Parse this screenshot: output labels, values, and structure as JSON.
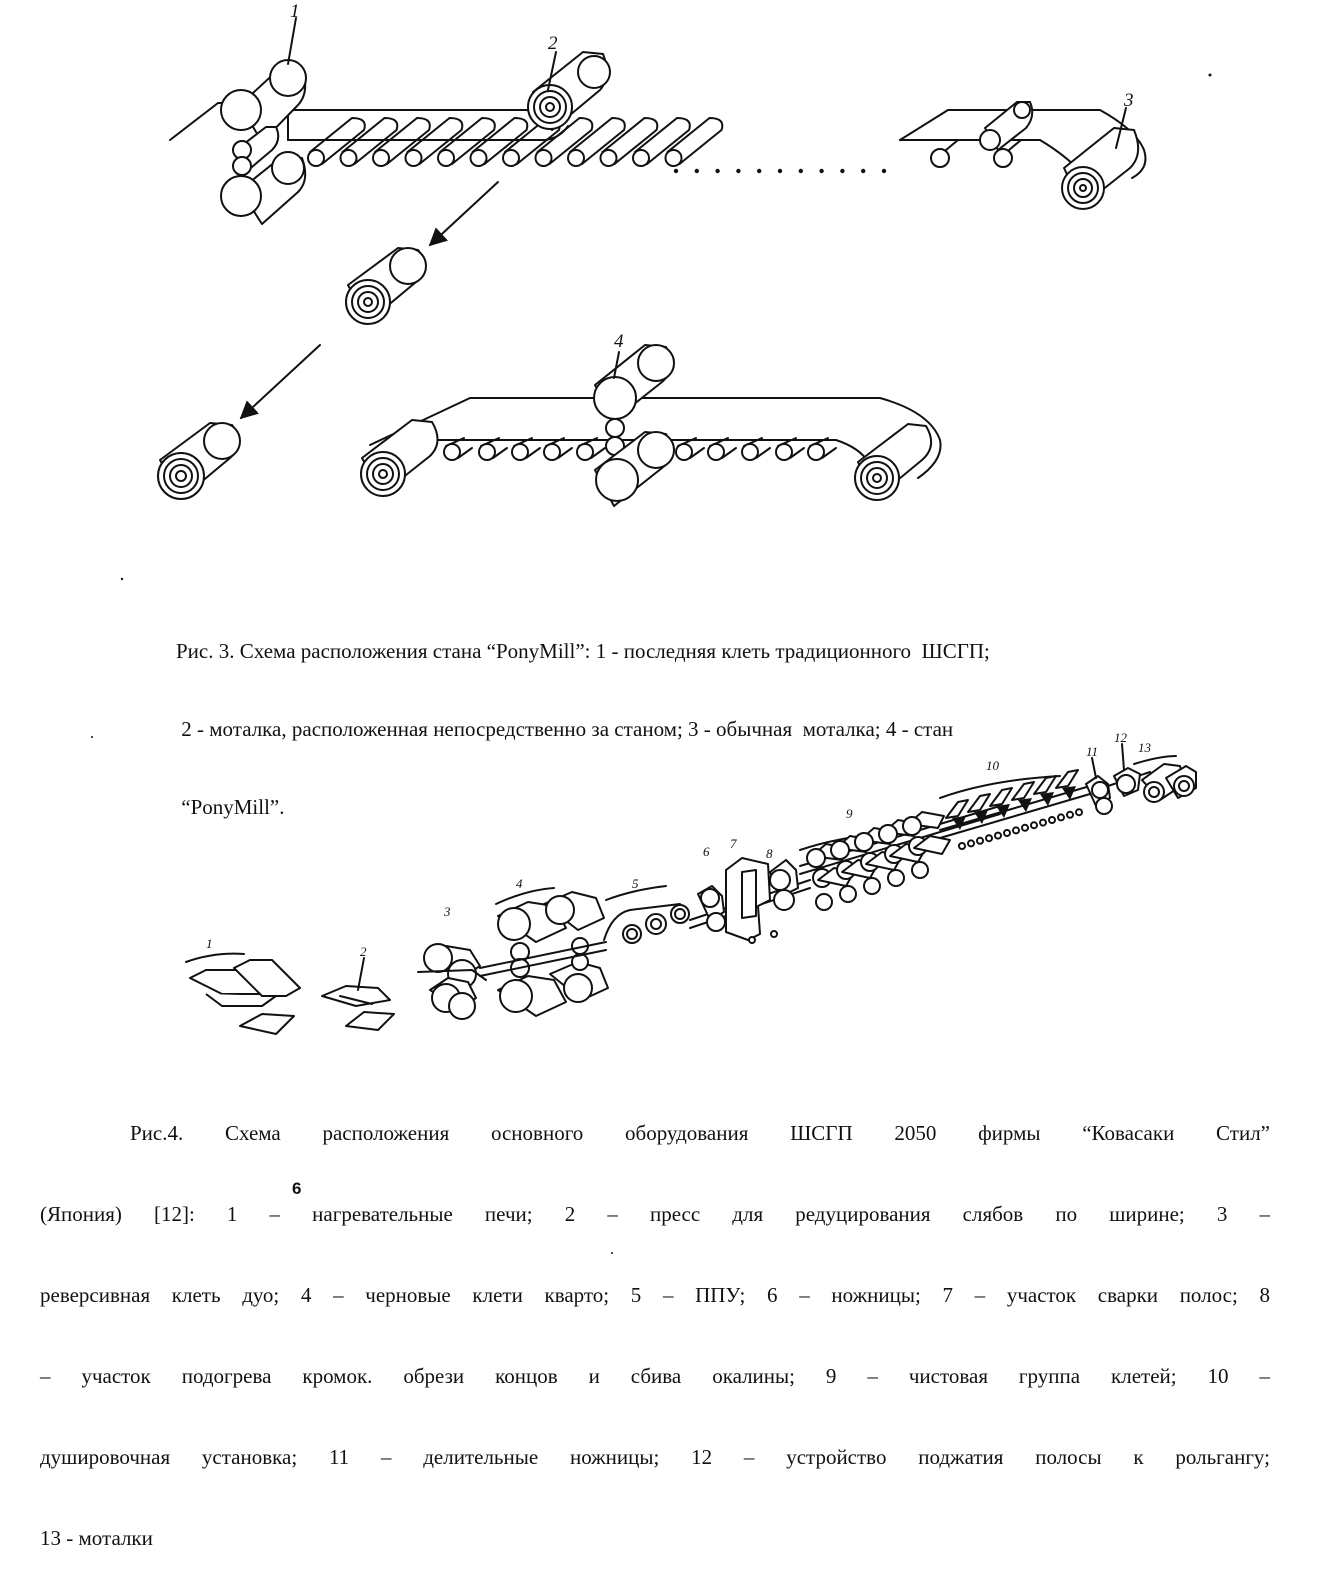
{
  "figure3": {
    "labels": [
      "1",
      "2",
      "3",
      "4"
    ],
    "caption_lines": [
      "Рис. 3. Схема расположения стана “PonyMill”: 1 - последняя клеть традиционного  ШСГП;",
      " 2 - моталка, расположенная непосредственно за станом; 3 - обычная  моталка; 4 - стан",
      " “PonyMill”."
    ]
  },
  "figure4": {
    "labels": [
      "1",
      "2",
      "3",
      "4",
      "5",
      "6",
      "7",
      "8",
      "9",
      "10",
      "11",
      "12",
      "13"
    ],
    "caption_lines": [
      "Рис.4. Схема расположения основного оборудования ШСГП 2050 фирмы “Ковасаки Стил”",
      "(Япония) [12]: 1 – нагревательные печи; 2 – пресс для редуцирования слябов по ширине; 3 –",
      "реверсивная клеть дуо; 4 – черновые клети кварто; 5 – ППУ; 6 – ножницы; 7 – участок сварки полос; 8",
      "– участок подогрева кромок. обрези концов и сбива окалины; 9 – чистовая группа клетей; 10 –",
      "душировочная установка; 11 – делительные ножницы; 12 – устройство поджатия полосы к рольгангу;",
      "13 - моталки"
    ],
    "stray_mark": "6"
  }
}
